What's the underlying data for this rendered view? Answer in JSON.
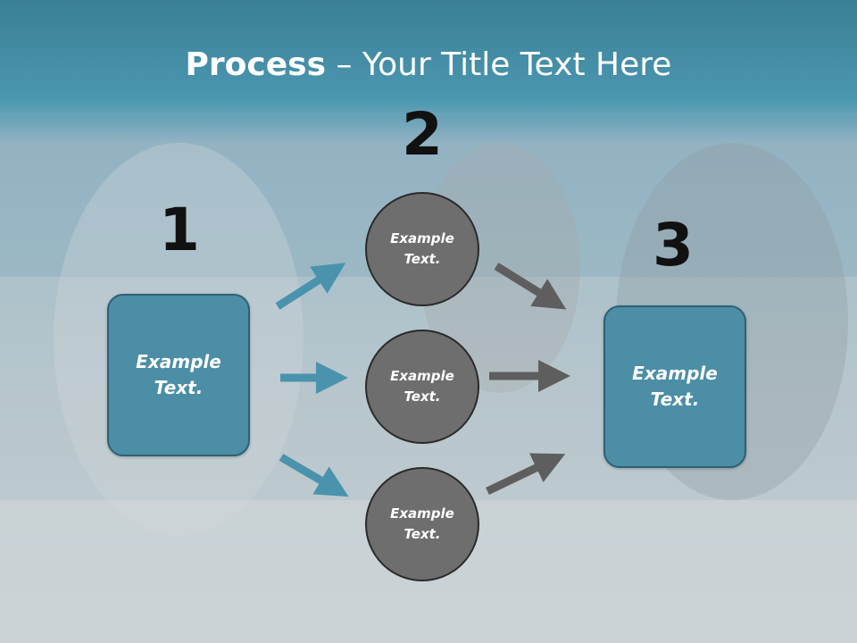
{
  "title": {
    "bold": "Process",
    "rest": " – Your Title Text Here"
  },
  "steps": [
    "1",
    "2",
    "3"
  ],
  "boxes": {
    "left": "Example\nText.",
    "right": "Example\nText."
  },
  "circles": [
    "Example\nText.",
    "Example\nText.",
    "Example\nText."
  ],
  "colors": {
    "accent": "#4b8ea6",
    "circle": "#6e6e6e",
    "arrow_blue": "#4a93ad",
    "arrow_gray": "#5e5e5e"
  }
}
